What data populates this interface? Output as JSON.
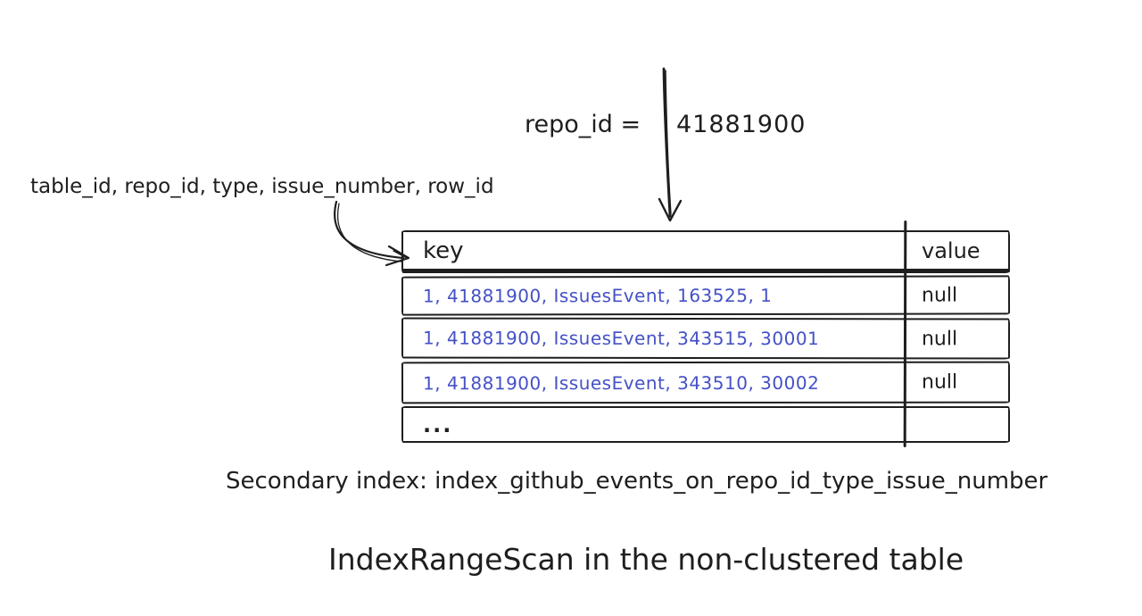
{
  "colors": {
    "ink": "#1e1e1e",
    "key_text_blue": "#4451c6",
    "background": "#ffffff"
  },
  "annotations": {
    "filter_label": "repo_id =",
    "filter_value": "41881900",
    "key_columns": "table_id, repo_id, type, issue_number, row_id"
  },
  "table": {
    "headers": [
      "key",
      "value"
    ],
    "rows": [
      {
        "key": "1, 41881900, IssuesEvent, 163525, 1",
        "value": "null"
      },
      {
        "key": "1, 41881900, IssuesEvent, 343515, 30001",
        "value": "null"
      },
      {
        "key": "1, 41881900, IssuesEvent, 343510, 30002",
        "value": "null"
      },
      {
        "key": "...",
        "value": ""
      }
    ]
  },
  "caption": "Secondary index: index_github_events_on_repo_id_type_issue_number",
  "title": "IndexRangeScan in the non-clustered table"
}
